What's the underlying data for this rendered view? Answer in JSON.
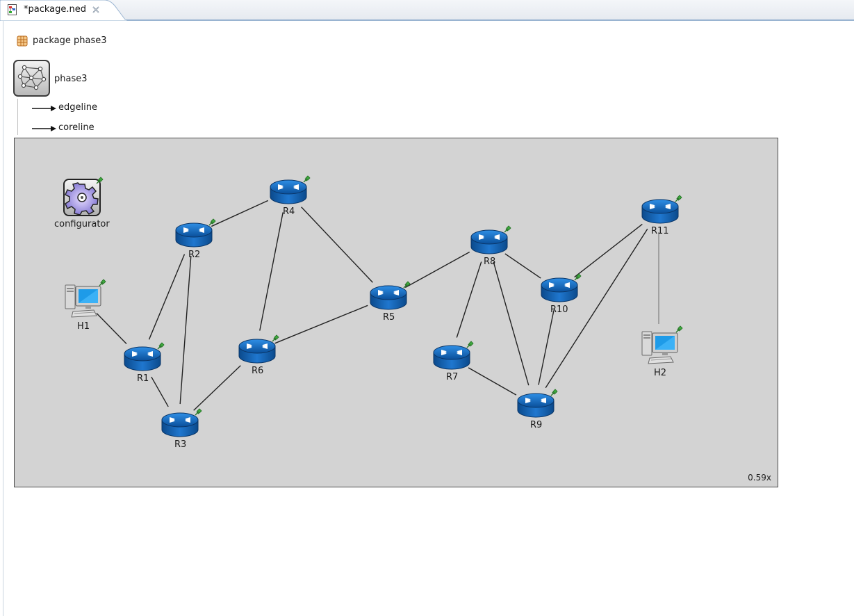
{
  "tab": {
    "title": "*package.ned",
    "icon": "ned-file-icon"
  },
  "package": {
    "label": "package phase3"
  },
  "network": {
    "name": "phase3"
  },
  "channels": [
    {
      "name": "edgeline"
    },
    {
      "name": "coreline"
    }
  ],
  "canvas": {
    "zoom": "0.59x",
    "background": "#d3d3d3",
    "nodes": {
      "configurator": {
        "label": "configurator",
        "icon": "gear-icon"
      },
      "H1": {
        "label": "H1",
        "icon": "computer-icon"
      },
      "H2": {
        "label": "H2",
        "icon": "computer-icon"
      },
      "R1": {
        "label": "R1",
        "icon": "router-icon"
      },
      "R2": {
        "label": "R2",
        "icon": "router-icon"
      },
      "R3": {
        "label": "R3",
        "icon": "router-icon"
      },
      "R4": {
        "label": "R4",
        "icon": "router-icon"
      },
      "R5": {
        "label": "R5",
        "icon": "router-icon"
      },
      "R6": {
        "label": "R6",
        "icon": "router-icon"
      },
      "R7": {
        "label": "R7",
        "icon": "router-icon"
      },
      "R8": {
        "label": "R8",
        "icon": "router-icon"
      },
      "R9": {
        "label": "R9",
        "icon": "router-icon"
      },
      "R10": {
        "label": "R10",
        "icon": "router-icon"
      },
      "R11": {
        "label": "R11",
        "icon": "router-icon"
      }
    },
    "links": [
      [
        "H1",
        "R1"
      ],
      [
        "R1",
        "R2"
      ],
      [
        "R1",
        "R3"
      ],
      [
        "R2",
        "R3"
      ],
      [
        "R2",
        "R4"
      ],
      [
        "R3",
        "R6"
      ],
      [
        "R4",
        "R6"
      ],
      [
        "R4",
        "R5"
      ],
      [
        "R6",
        "R5"
      ],
      [
        "R5",
        "R8"
      ],
      [
        "R8",
        "R7"
      ],
      [
        "R8",
        "R9"
      ],
      [
        "R8",
        "R10"
      ],
      [
        "R7",
        "R9"
      ],
      [
        "R10",
        "R9"
      ],
      [
        "R11",
        "R10"
      ],
      [
        "R11",
        "R9"
      ],
      [
        "R11",
        "H2"
      ]
    ]
  }
}
